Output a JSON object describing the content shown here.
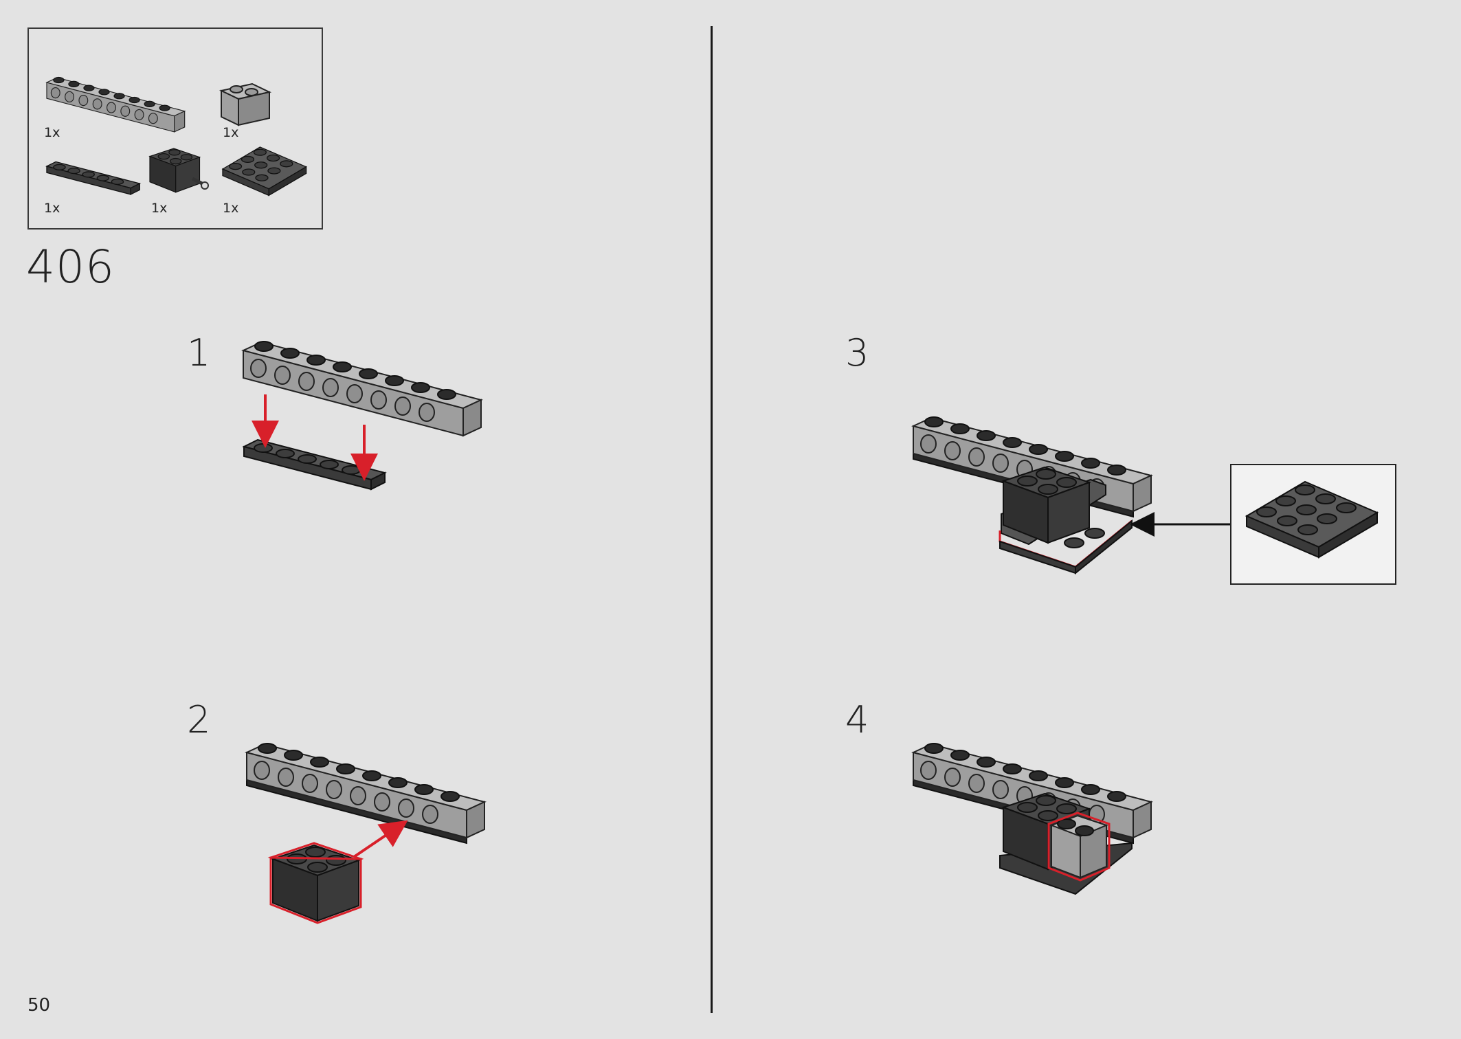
{
  "page": {
    "number": "50"
  },
  "step": {
    "number": "406"
  },
  "parts": [
    {
      "name": "technic-beam-1x8",
      "qty": "1x"
    },
    {
      "name": "brick-1x2",
      "qty": "1x"
    },
    {
      "name": "plate-1x6",
      "qty": "1x"
    },
    {
      "name": "brick-2x2-with-pin",
      "qty": "1x"
    },
    {
      "name": "plate-3x3",
      "qty": "1x"
    }
  ],
  "substeps": [
    {
      "label": "1"
    },
    {
      "label": "2"
    },
    {
      "label": "3"
    },
    {
      "label": "4"
    }
  ],
  "colors": {
    "light_gray": "#a3a3a3",
    "dark_gray": "#3b3b3b",
    "highlight_red": "#d8202a",
    "background": "#e3e3e3"
  }
}
